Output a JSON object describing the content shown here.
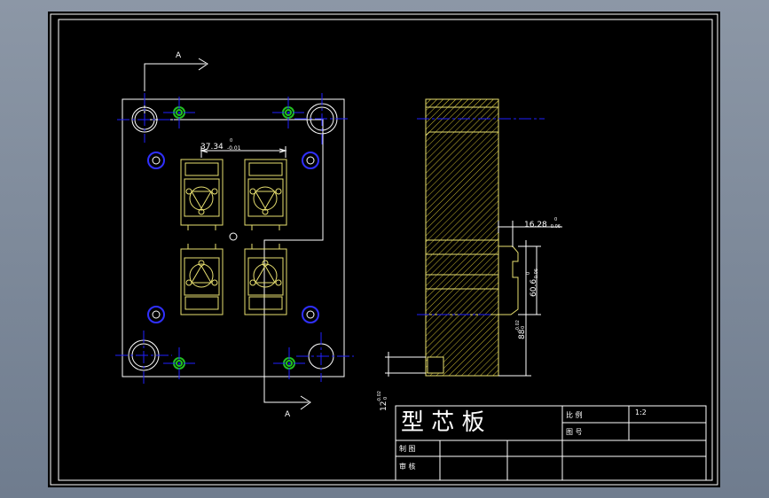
{
  "colors": {
    "background": "#000000",
    "frame": "#ffffff",
    "outline": "#ffffff",
    "part": "#e8e070",
    "hatch": "#c8b830",
    "centerline": "#2020ff",
    "bolt": "#22c022"
  },
  "views": {
    "section_label_top": "A",
    "section_label_bottom": "A"
  },
  "dimensions": {
    "d_spacing": "37.34",
    "d_spacing_tol": "-0.01",
    "d_spacing_tol_upper": "0",
    "d_step": "16.28",
    "d_step_tol": "-0.06",
    "d_step_tol_upper": "0",
    "d_cavity": "60.6",
    "d_cavity_tol": "-0.06",
    "d_cavity_tol_upper": "0",
    "d_height": "88",
    "d_height_tol": "-0.02",
    "d_height_tol_lower": "0",
    "d_base": "12",
    "d_base_tol": "-0.02",
    "d_base_tol_lower": "0"
  },
  "title_block": {
    "title": "型 芯 板",
    "scale_label": "比  例",
    "scale_value": "1:2",
    "drawing_no_label": "图  号",
    "drawn_label": "制  图",
    "checked_label": "审  核"
  }
}
